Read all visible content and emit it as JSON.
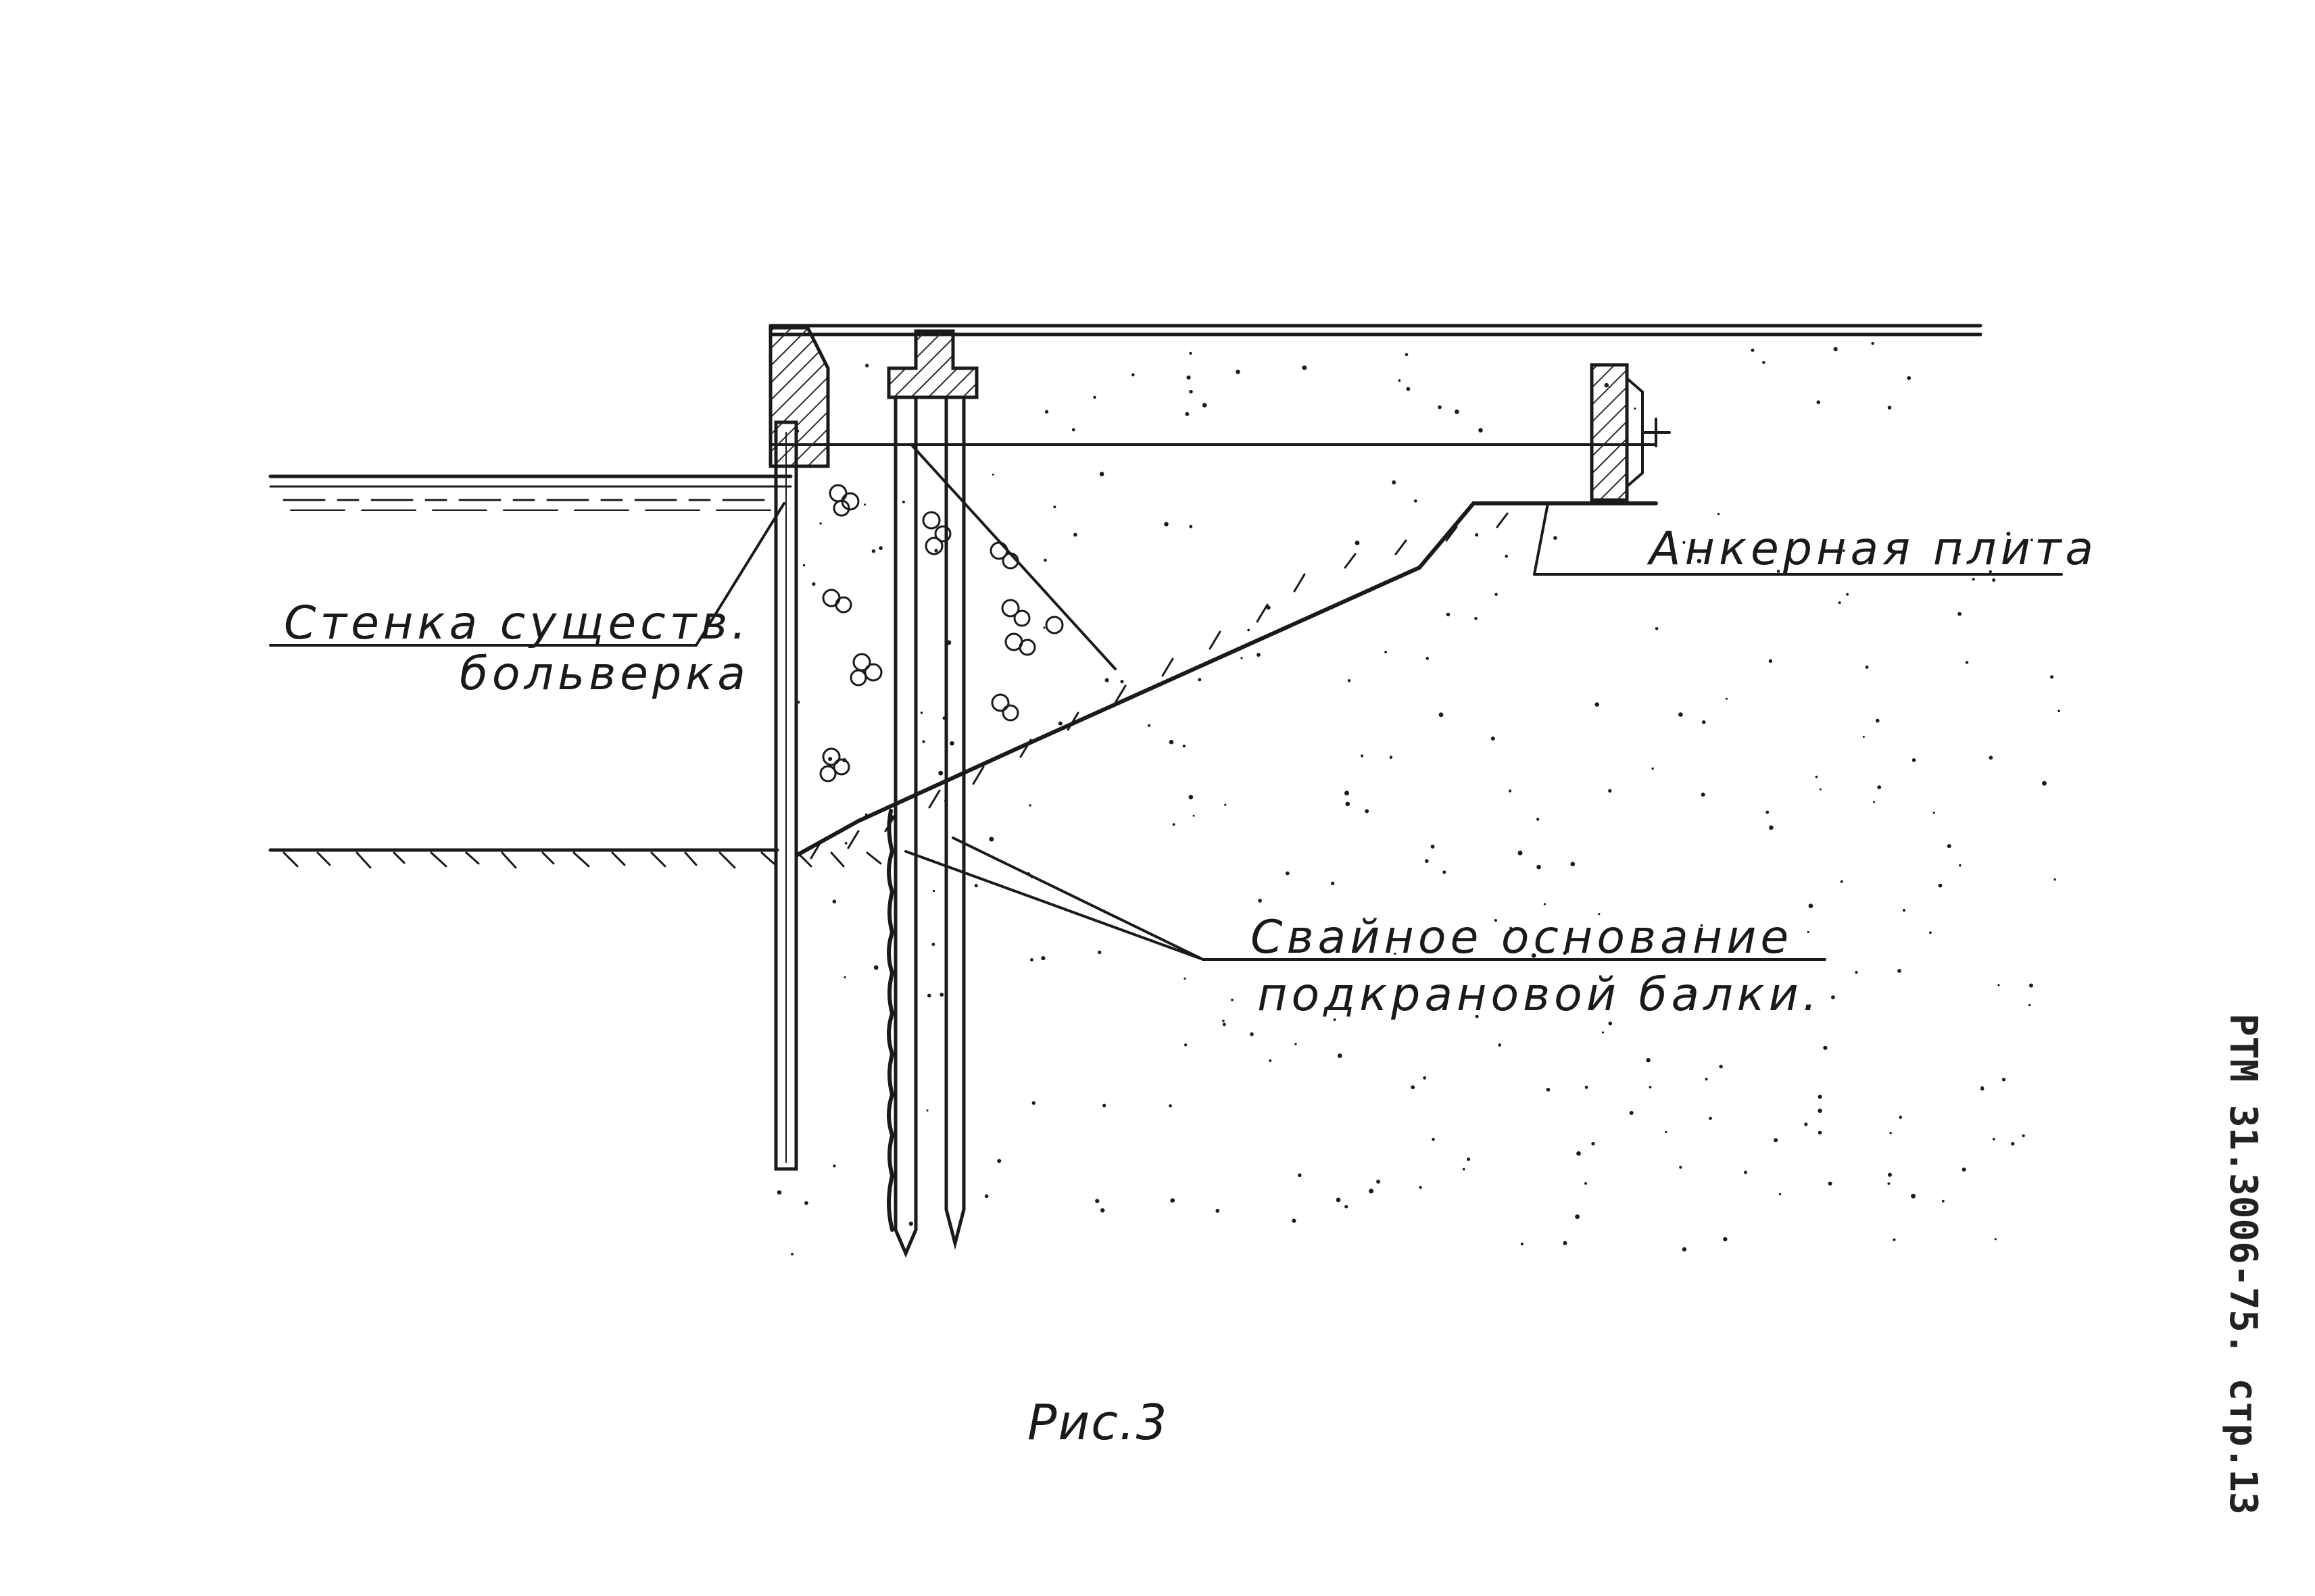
{
  "labels": {
    "wall_line1": "Стенка существ.",
    "wall_line2": "больверка",
    "anchor_plate": "Анкерная плита",
    "pile_line1": "Свайное основание",
    "pile_line2": "подкрановой балки.",
    "figure_caption": "Рис.3",
    "side_stamp": "РТМ 31.3006-75. стр.13"
  },
  "colors": {
    "ink": "#1a1a1a",
    "paper": "#ffffff",
    "hatch": "#2a2a2a"
  }
}
